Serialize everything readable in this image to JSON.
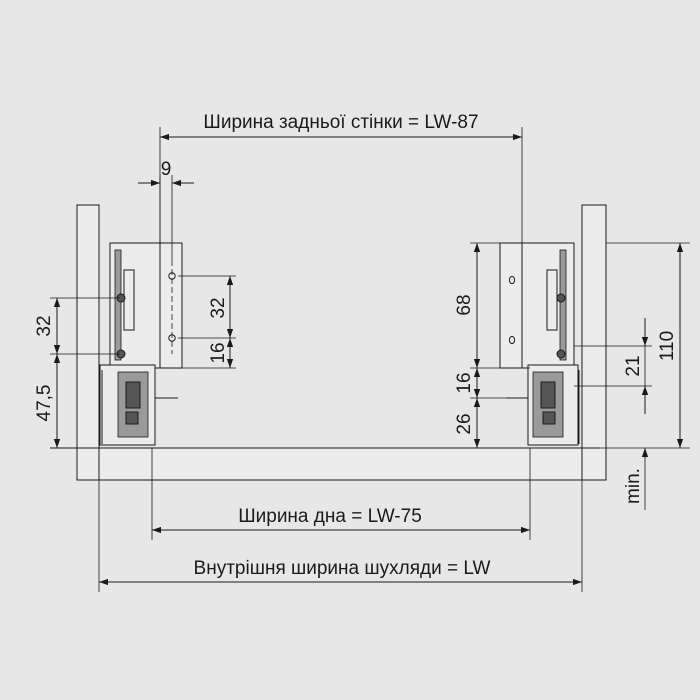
{
  "labels": {
    "back_wall_width": "Ширина задньої стінки = LW-87",
    "bottom_width": "Ширина дна = LW-75",
    "inner_width": "Внутрішня ширина шухляди = LW"
  },
  "dimensions": {
    "left_offset": "9",
    "left_hole_spacing": "32",
    "left_hole_to_bottom": "16",
    "left_outer_upper": "32",
    "left_outer_lower": "47,5",
    "right_height_68": "68",
    "right_height_16": "16",
    "right_height_26": "26",
    "right_height_21": "21",
    "right_total_110": "110",
    "right_min": "min."
  },
  "colors": {
    "background": "#e7e7e7",
    "line": "#1a1a1a",
    "part_fill": "#ececec",
    "dark_fill": "#555555"
  }
}
